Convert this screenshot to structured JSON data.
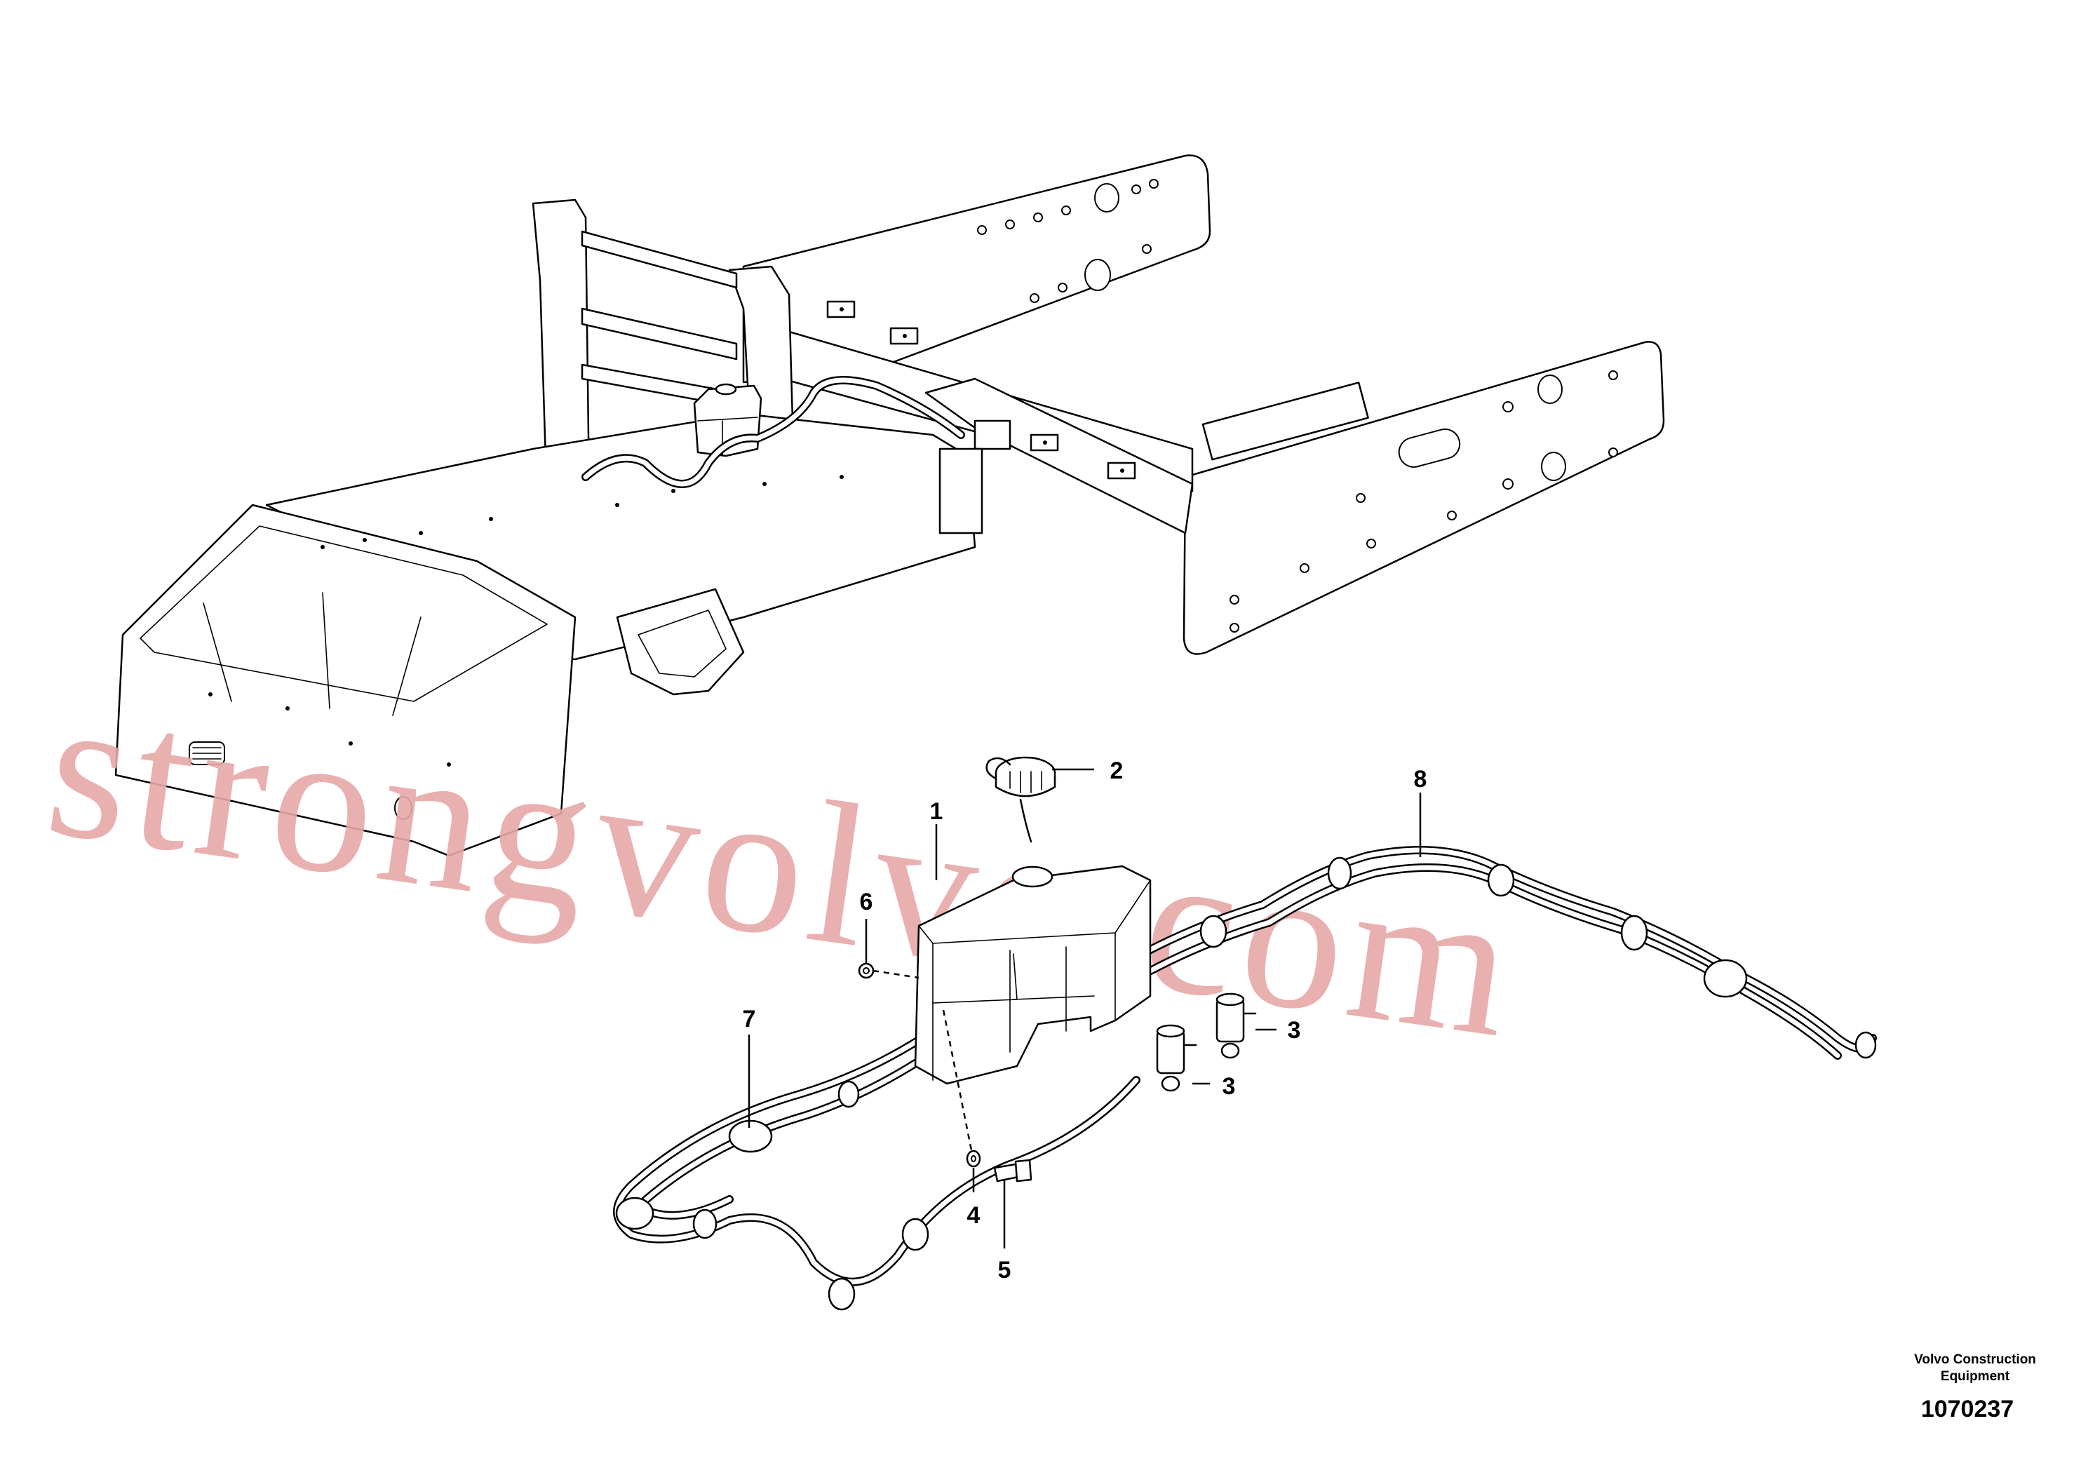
{
  "callouts": [
    {
      "id": "1",
      "label": "1"
    },
    {
      "id": "2",
      "label": "2"
    },
    {
      "id": "3a",
      "label": "3"
    },
    {
      "id": "3b",
      "label": "3"
    },
    {
      "id": "4",
      "label": "4"
    },
    {
      "id": "5",
      "label": "5"
    },
    {
      "id": "6",
      "label": "6"
    },
    {
      "id": "7",
      "label": "7"
    },
    {
      "id": "8",
      "label": "8"
    }
  ],
  "credit": {
    "line1": "Volvo Construction",
    "line2": "Equipment"
  },
  "drawing_number": "1070237",
  "watermark": "strongvolvo.com"
}
